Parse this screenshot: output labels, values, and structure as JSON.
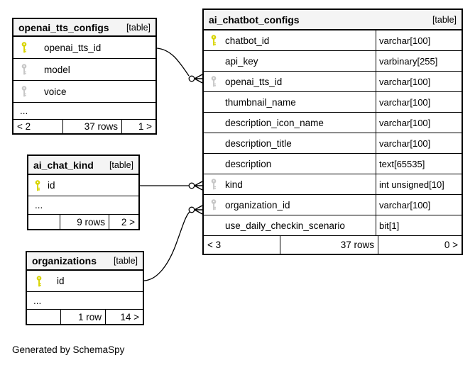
{
  "note": "Generated by SchemaSpy",
  "colors": {
    "key_primary": "#d8d400",
    "key_foreign": "#c7c7c7",
    "header_bg": "#f4f4f4",
    "border": "#000000"
  },
  "tables": [
    {
      "name": "openai_tts_configs",
      "tag": "[table]",
      "columns": [
        {
          "name": "openai_tts_id",
          "key": "primary"
        },
        {
          "name": "model",
          "key": "foreign"
        },
        {
          "name": "voice",
          "key": "foreign"
        }
      ],
      "ellipsis": "...",
      "footer": {
        "left": "< 2",
        "center": "37 rows",
        "right": "1 >"
      }
    },
    {
      "name": "ai_chatbot_configs",
      "tag": "[table]",
      "columns": [
        {
          "name": "chatbot_id",
          "key": "primary",
          "type": "varchar[100]"
        },
        {
          "name": "api_key",
          "key": "none",
          "type": "varbinary[255]"
        },
        {
          "name": "openai_tts_id",
          "key": "foreign",
          "type": "varchar[100]"
        },
        {
          "name": "thumbnail_name",
          "key": "none",
          "type": "varchar[100]"
        },
        {
          "name": "description_icon_name",
          "key": "none",
          "type": "varchar[100]"
        },
        {
          "name": "description_title",
          "key": "none",
          "type": "varchar[100]"
        },
        {
          "name": "description",
          "key": "none",
          "type": "text[65535]"
        },
        {
          "name": "kind",
          "key": "foreign",
          "type": "int unsigned[10]"
        },
        {
          "name": "organization_id",
          "key": "foreign",
          "type": "varchar[100]"
        },
        {
          "name": "use_daily_checkin_scenario",
          "key": "none",
          "type": "bit[1]"
        }
      ],
      "footer": {
        "left": "< 3",
        "center": "37 rows",
        "right": "0 >"
      }
    },
    {
      "name": "ai_chat_kind",
      "tag": "[table]",
      "columns": [
        {
          "name": "id",
          "key": "primary"
        }
      ],
      "ellipsis": "...",
      "footer": {
        "left": "",
        "center": "9 rows",
        "right": "2 >"
      }
    },
    {
      "name": "organizations",
      "tag": "[table]",
      "columns": [
        {
          "name": "id",
          "key": "primary"
        }
      ],
      "ellipsis": "...",
      "footer": {
        "left": "",
        "center": "1 row",
        "right": "14 >"
      }
    }
  ],
  "relationships": [
    {
      "from": "openai_tts_configs.openai_tts_id",
      "to": "ai_chatbot_configs.openai_tts_id"
    },
    {
      "from": "ai_chat_kind.id",
      "to": "ai_chatbot_configs.kind"
    },
    {
      "from": "organizations.id",
      "to": "ai_chatbot_configs.organization_id"
    }
  ]
}
